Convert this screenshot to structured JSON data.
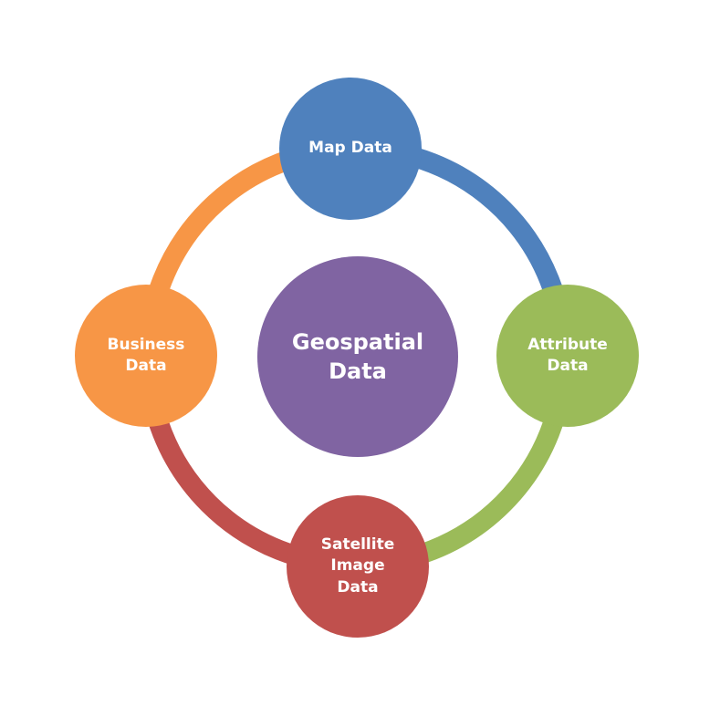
{
  "center": {
    "lines": [
      "Geospatial",
      "Data"
    ],
    "color": "#8064a2"
  },
  "nodes": {
    "map": {
      "lines": [
        "Map Data"
      ],
      "color": "#4f81bd"
    },
    "attribute": {
      "lines": [
        "Attribute",
        "Data"
      ],
      "color": "#9bbb59"
    },
    "satellite": {
      "lines": [
        "Satellite",
        "Image",
        "Data"
      ],
      "color": "#c0504d"
    },
    "business": {
      "lines": [
        "Business",
        "Data"
      ],
      "color": "#f79646"
    }
  },
  "arcs": {
    "map_to_attribute": "#4f81bd",
    "attribute_to_satellite": "#9bbb59",
    "satellite_to_business": "#c0504d",
    "business_to_map": "#f79646"
  }
}
